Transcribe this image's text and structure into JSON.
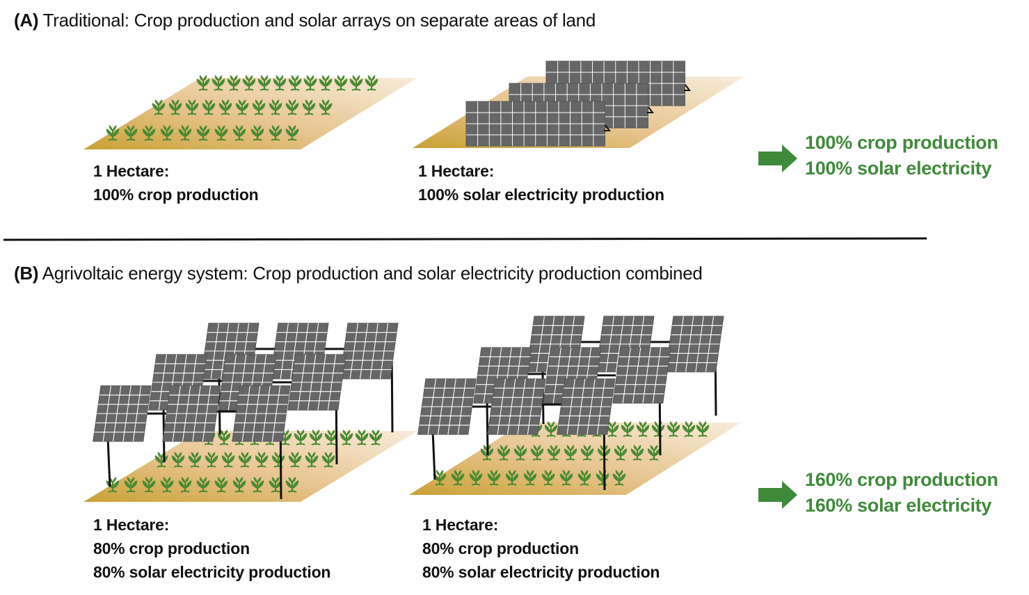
{
  "colors": {
    "ground_dark": "#c9a133",
    "ground_light": "#f6e3c8",
    "plant": "#4a8a34",
    "panel": "#666666",
    "panel_grid": "#ffffff",
    "pole": "#111111",
    "result": "#3f8a3a"
  },
  "section_a": {
    "tag": "(A)",
    "title": "Traditional: Crop production and solar arrays on separate areas of land",
    "left_label": {
      "line1": "1 Hectare:",
      "line2": "100% crop production"
    },
    "right_label": {
      "line1": "1 Hectare:",
      "line2": "100% solar electricity production"
    },
    "result": {
      "line1": "100% crop production",
      "line2": "100% solar electricity"
    }
  },
  "section_b": {
    "tag": "(B)",
    "title": "Agrivoltaic energy system: Crop production and solar electricity production combined",
    "left_label": {
      "line1": "1 Hectare:",
      "line2": "80% crop production",
      "line3": "80% solar electricity production"
    },
    "right_label": {
      "line1": "1 Hectare:",
      "line2": "80% crop production",
      "line3": "80% solar electricity production"
    },
    "result": {
      "line1": "160% crop production",
      "line2": "160% solar electricity"
    }
  },
  "icons": {
    "crop_field": "crop-field-icon",
    "solar_field": "solar-field-icon",
    "agrivoltaic_field": "agrivoltaic-field-icon",
    "arrow": "arrow-right-icon"
  }
}
